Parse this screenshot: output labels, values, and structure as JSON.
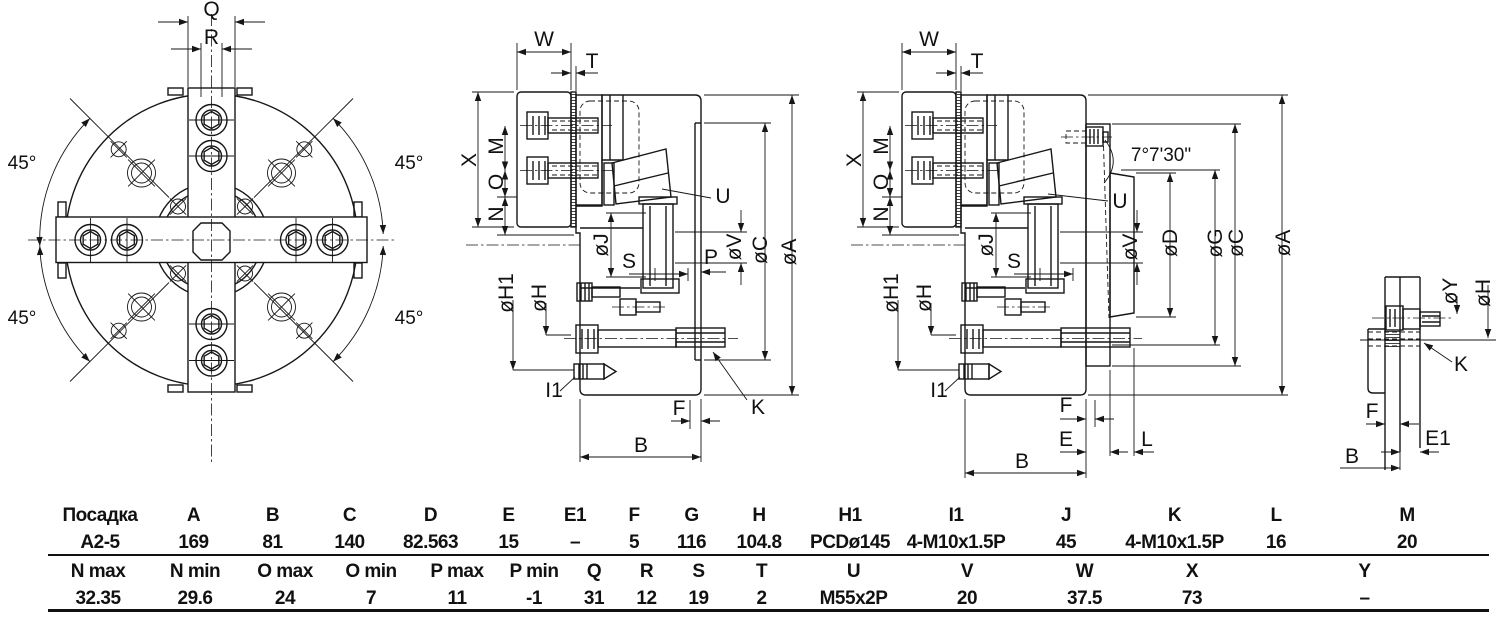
{
  "labels": {
    "q": "Q",
    "r": "R",
    "angle": "45°",
    "w": "W",
    "t": "T",
    "x": "X",
    "m": "M",
    "o": "O",
    "n": "N",
    "oj": "øJ",
    "s": "S",
    "oh1": "øH1",
    "oh": "øH",
    "i1": "I1",
    "u": "U",
    "ov": "øV",
    "p": "P",
    "oc": "øC",
    "oa": "øA",
    "od": "øD",
    "og": "øG",
    "f": "F",
    "k": "K",
    "b": "B",
    "e": "E",
    "e1": "E1",
    "l": "L",
    "oy": "øY",
    "taper": "7°7'30\""
  },
  "table1": {
    "headers": [
      "Посадка",
      "A",
      "B",
      "C",
      "D",
      "E",
      "E1",
      "F",
      "G",
      "H",
      "H1",
      "I1",
      "J",
      "K",
      "L",
      "M"
    ],
    "values": [
      "A2-5",
      "169",
      "81",
      "140",
      "82.563",
      "15",
      "–",
      "5",
      "116",
      "104.8",
      "PCDø145",
      "4-M10x1.5P",
      "45",
      "4-M10x1.5P",
      "16",
      "20"
    ]
  },
  "table2": {
    "headers": [
      "N max",
      "N min",
      "O max",
      "O min",
      "P max",
      "P min",
      "Q",
      "R",
      "S",
      "T",
      "U",
      "V",
      "W",
      "X",
      "Y"
    ],
    "values": [
      "32.35",
      "29.6",
      "24",
      "7",
      "11",
      "-1",
      "31",
      "12",
      "19",
      "2",
      "M55x2P",
      "20",
      "37.5",
      "73",
      "–"
    ]
  }
}
